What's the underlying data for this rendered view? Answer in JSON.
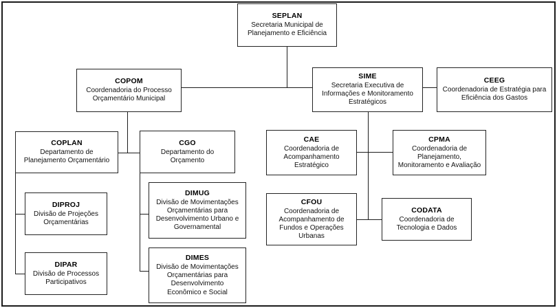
{
  "diagram": {
    "title": "Organograma SEPLAN",
    "type": "org-chart",
    "language": "pt-BR",
    "colors": {
      "background": "#ffffff",
      "border": "#222222",
      "frame": "#1a1a1a",
      "connector": "#1b1b1b",
      "text": "#000000"
    }
  },
  "nodes": {
    "seplan": {
      "acronym": "SEPLAN",
      "description": "Secretaria Municipal de\nPlanejamento e Eficiência"
    },
    "copom": {
      "acronym": "COPOM",
      "description": "Coordenadoria do Processo\nOrçamentário Municipal"
    },
    "sime": {
      "acronym": "SIME",
      "description": "Secretaria Executiva de\nInformações e Monitoramento\nEstratégicos"
    },
    "ceeg": {
      "acronym": "CEEG",
      "description": "Coordenadoria de Estratégia para\nEficiência dos Gastos"
    },
    "coplan": {
      "acronym": "COPLAN",
      "description": "Departamento de\nPlanejamento Orçamentário"
    },
    "cgo": {
      "acronym": "CGO",
      "description": "Departamento do\nOrçamento"
    },
    "cae": {
      "acronym": "CAE",
      "description": "Coordenadoria de\nAcompanhamento\nEstratégico"
    },
    "cpma": {
      "acronym": "CPMA",
      "description": "Coordenadoria de\nPlanejamento,\nMonitoramento e Avaliação"
    },
    "diproj": {
      "acronym": "DIPROJ",
      "description": "Divisão de Projeções\nOrçamentárias"
    },
    "dipar": {
      "acronym": "DIPAR",
      "description": "Divisão de Processos\nParticipativos"
    },
    "dimug": {
      "acronym": "DIMUG",
      "description": "Divisão de Movimentações\nOrçamentárias para\nDesenvolvimento Urbano e\nGovernamental"
    },
    "dimes": {
      "acronym": "DIMES",
      "description": "Divisão de Movimentações\nOrçamentárias para\nDesenvolvimento\nEconômico e Social"
    },
    "cfou": {
      "acronym": "CFOU",
      "description": "Coordenadoria de\nAcompanhamento de\nFundos e Operações\nUrbanas"
    },
    "codata": {
      "acronym": "CODATA",
      "description": "Coordenadoria de\nTecnologia e Dados"
    }
  },
  "hierarchy": [
    {
      "parent": "seplan",
      "children": [
        "copom",
        "sime"
      ]
    },
    {
      "parent": "sime",
      "children": [
        "ceeg",
        "cae",
        "cpma",
        "cfou",
        "codata"
      ]
    },
    {
      "parent": "copom",
      "children": [
        "coplan",
        "cgo"
      ]
    },
    {
      "parent": "coplan",
      "children": [
        "diproj",
        "dipar"
      ]
    },
    {
      "parent": "cgo",
      "children": [
        "dimug",
        "dimes"
      ]
    }
  ]
}
